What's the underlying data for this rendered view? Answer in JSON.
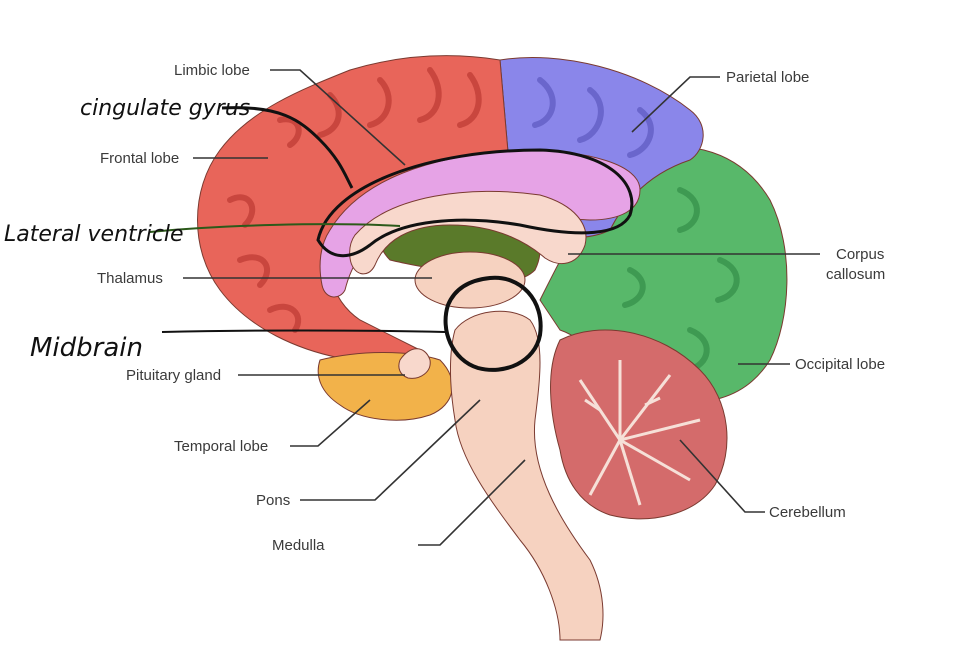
{
  "labels": {
    "limbic_lobe": "Limbic lobe",
    "frontal_lobe": "Frontal lobe",
    "thalamus": "Thalamus",
    "pituitary_gland": "Pituitary gland",
    "temporal_lobe": "Temporal lobe",
    "pons": "Pons",
    "medulla": "Medulla",
    "parietal_lobe": "Parietal lobe",
    "corpus_callosum_1": "Corpus",
    "corpus_callosum_2": "callosum",
    "occipital_lobe": "Occipital lobe",
    "cerebellum": "Cerebellum"
  },
  "handwritten": {
    "cingulate_gyrus": "cingulate gyrus",
    "lateral_ventricle": "Lateral ventricle",
    "midbrain": "Midbrain"
  },
  "colors": {
    "frontal": "#e8655a",
    "frontal_dark": "#c9463e",
    "parietal": "#8a86ea",
    "parietal_dark": "#6a66cc",
    "occipital": "#58b86a",
    "occipital_dark": "#3e9a52",
    "temporal": "#f2b24a",
    "limbic": "#e6a3e6",
    "cerebellum": "#d46b6b",
    "brainstem": "#f6d2c0",
    "ventricle": "#5a7a2a",
    "callosum": "#f8d8cc"
  }
}
